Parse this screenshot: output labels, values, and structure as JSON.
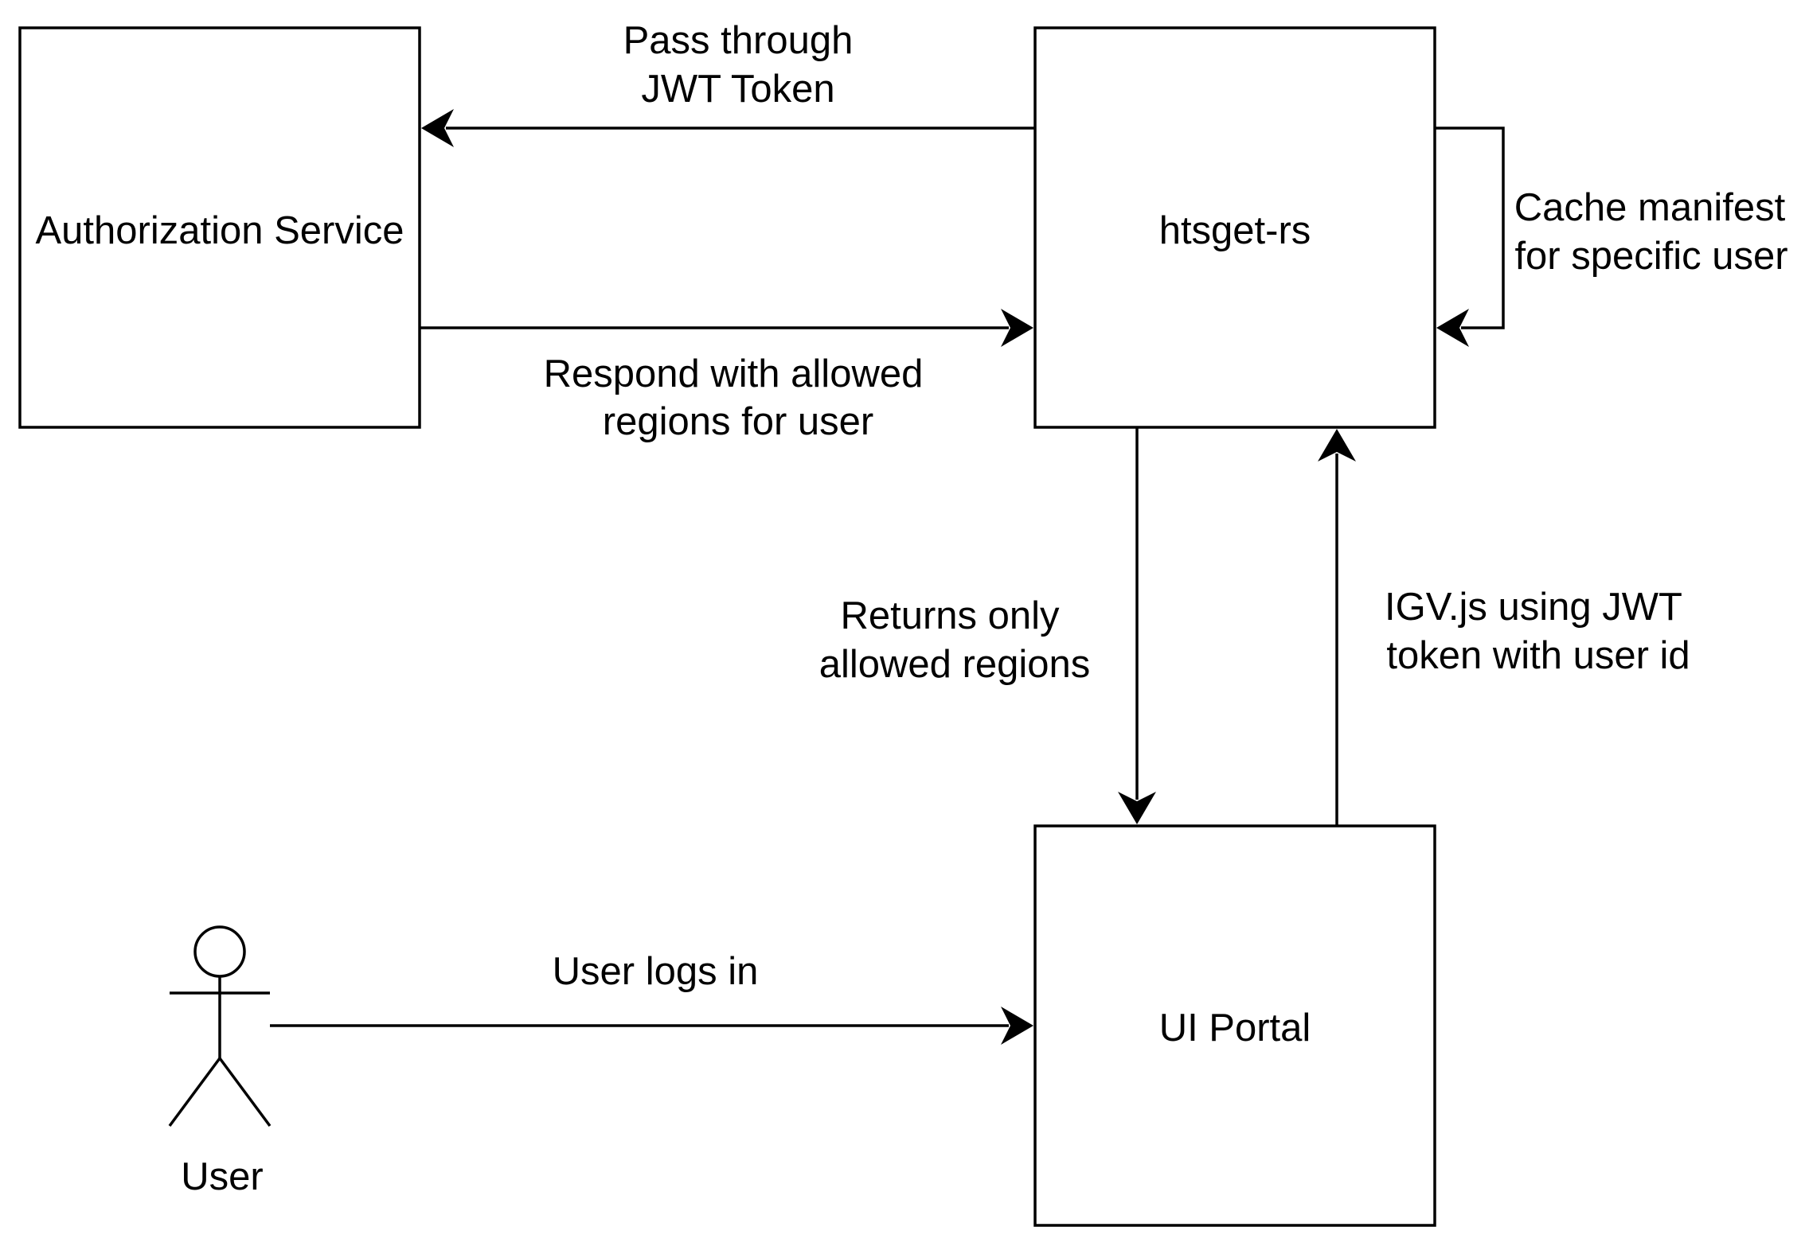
{
  "nodes": {
    "auth": {
      "label": "Authorization Service"
    },
    "htsget": {
      "label": "htsget-rs"
    },
    "portal": {
      "label": "UI Portal"
    },
    "user": {
      "label": "User"
    }
  },
  "edges": {
    "pass_token": {
      "line1": "Pass through",
      "line2": "JWT Token"
    },
    "respond_regions": {
      "line1": "Respond with allowed",
      "line2": "regions for user"
    },
    "cache": {
      "line1": "Cache manifest",
      "line2": "for specific user"
    },
    "returns_regions": {
      "line1": "Returns only",
      "line2": "allowed regions"
    },
    "igv": {
      "line1": "IGV.js using JWT",
      "line2": "token with user id"
    },
    "login": {
      "label": "User logs in"
    }
  }
}
